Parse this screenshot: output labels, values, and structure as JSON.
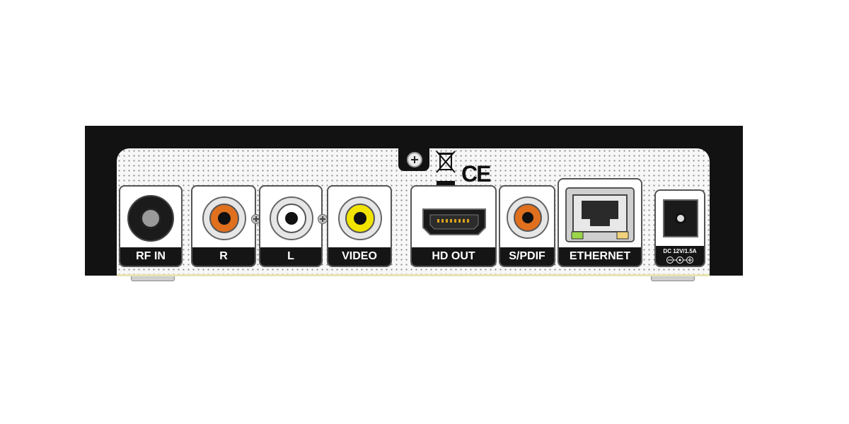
{
  "ports": {
    "rf_in": "RF IN",
    "audio_r": "R",
    "audio_l": "L",
    "video": "VIDEO",
    "hd_out": "HD OUT",
    "spdif": "S/PDIF",
    "ethernet": "ETHERNET",
    "power": "DC 12V/1.5A"
  },
  "marks": {
    "ce": "CE"
  },
  "colors": {
    "chassis": "#121212",
    "rca_red_channel": "#e0701e",
    "rca_white_channel": "#ffffff",
    "rca_video": "#f2e400",
    "ethernet_led_left": "#9bd64a",
    "ethernet_led_right": "#f0d27a"
  },
  "icons": [
    "screw-icon",
    "weee-bin-icon",
    "polarity-icon"
  ]
}
